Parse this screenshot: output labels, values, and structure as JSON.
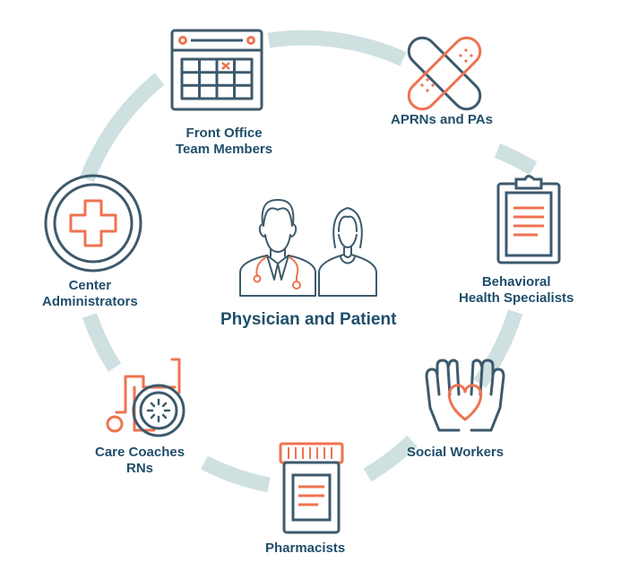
{
  "center": {
    "label": "Physician and Patient"
  },
  "roles": [
    {
      "lines": [
        "Front Office",
        "Team Members"
      ],
      "icon": "calendar-icon"
    },
    {
      "lines": [
        "APRNs and PAs"
      ],
      "icon": "bandage-icon"
    },
    {
      "lines": [
        "Behavioral",
        "Health Specialists"
      ],
      "icon": "clipboard-icon"
    },
    {
      "lines": [
        "Social Workers"
      ],
      "icon": "heart-hands-icon"
    },
    {
      "lines": [
        "Pharmacists"
      ],
      "icon": "pill-bottle-icon"
    },
    {
      "lines": [
        "Care Coaches",
        "RNs"
      ],
      "icon": "wheelchair-icon"
    },
    {
      "lines": [
        "Center",
        "Administrators"
      ],
      "icon": "medical-cross-icon"
    }
  ],
  "colors": {
    "navy": "#3d5a6c",
    "orange": "#ee7350",
    "ring": "#cfe0e1",
    "text": "#1f4e6b"
  }
}
